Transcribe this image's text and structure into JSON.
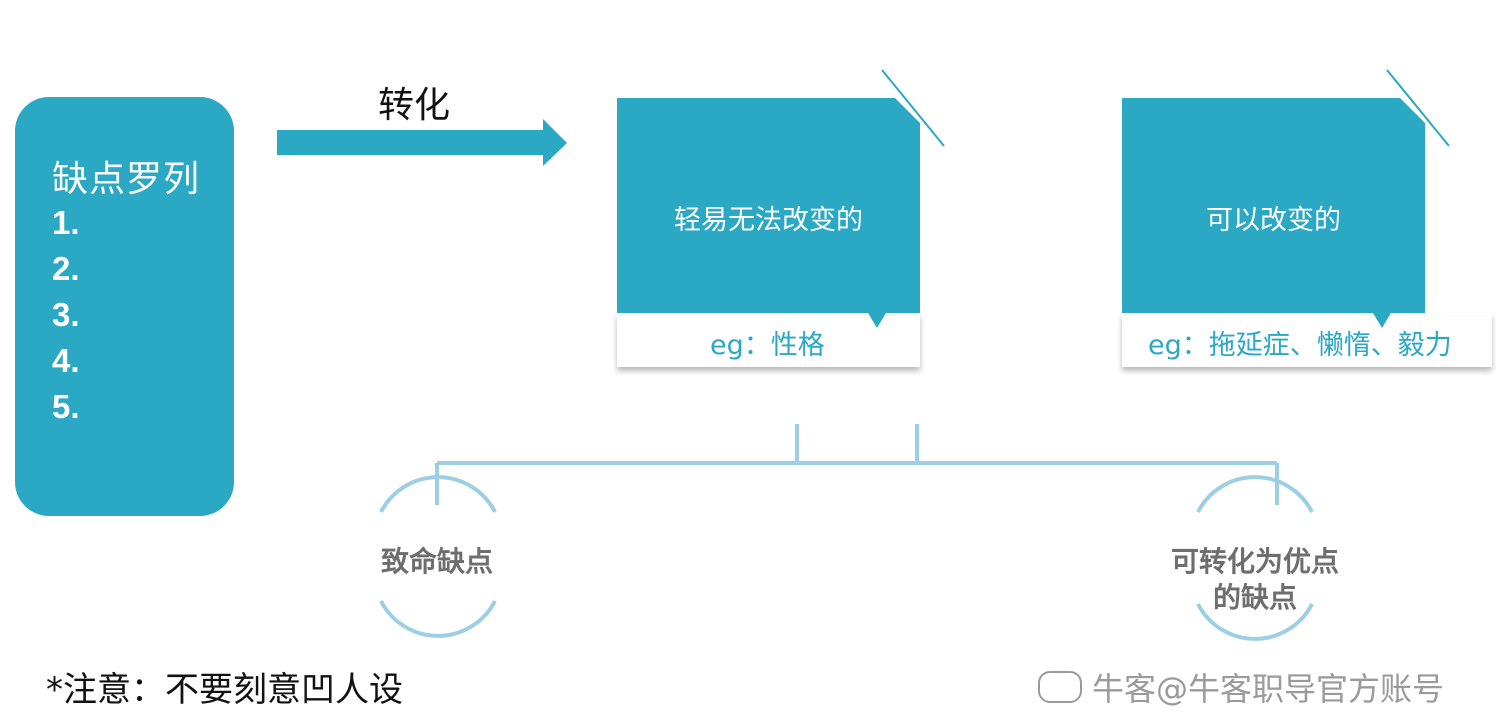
{
  "diagram": {
    "list_panel": {
      "title": "缺点罗列",
      "items": [
        "1.",
        "2.",
        "3.",
        "4.",
        "5."
      ]
    },
    "arrow_label": "转化",
    "cards": [
      {
        "text": "轻易无法改变的",
        "example": "eg：性格"
      },
      {
        "text": "可以改变的",
        "example": "eg：拖延症、懒惰、毅力"
      }
    ],
    "outcomes": [
      {
        "label_lines": [
          "致命缺点"
        ]
      },
      {
        "label_lines": [
          "可转化为优点",
          "的缺点"
        ]
      }
    ],
    "note": "*注意：不要刻意凹人设",
    "watermark": "牛客@牛客职导官方账号",
    "colors": {
      "accent": "#2aa8c4",
      "connector": "#9dcfe4",
      "text_gray": "#6e6e6e"
    }
  }
}
